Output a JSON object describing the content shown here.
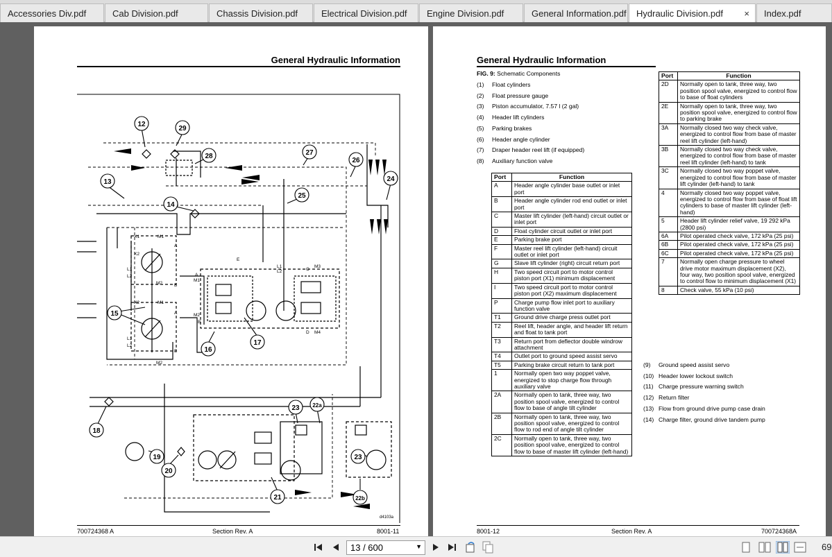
{
  "tabs": [
    {
      "label": "Accessories Div.pdf"
    },
    {
      "label": "Cab Division.pdf"
    },
    {
      "label": "Chassis Division.pdf"
    },
    {
      "label": "Electrical Division.pdf"
    },
    {
      "label": "Engine Division.pdf"
    },
    {
      "label": "General Information.pdf"
    },
    {
      "label": "Hydraulic Division.pdf",
      "active": true,
      "close": "×"
    },
    {
      "label": "Index.pdf"
    }
  ],
  "left_page": {
    "title": "General Hydraulic Information",
    "diagram_callouts": [
      "12",
      "29",
      "28",
      "27",
      "26",
      "13",
      "25",
      "24",
      "14",
      "16",
      "17",
      "15",
      "18",
      "19",
      "20",
      "23",
      "22a",
      "21",
      "23",
      "22b"
    ],
    "port_labels": [
      "X1",
      "M1",
      "X2",
      "L1",
      "L2",
      "A",
      "B",
      "M2",
      "X2",
      "M1",
      "L1",
      "L2",
      "A",
      "B",
      "M2",
      "E",
      "L1",
      "L2",
      "C",
      "M3",
      "M1",
      "A",
      "M2",
      "B",
      "D",
      "M4"
    ],
    "drawing_id": "d4103a",
    "footer": {
      "left": "700724368 A",
      "center": "Section Rev. A",
      "right": "8001-11"
    }
  },
  "right_page": {
    "title": "General Hydraulic Information",
    "fig_label": "FIG. 9:",
    "fig_caption": "Schematic Components",
    "legend_top": [
      {
        "n": "(1)",
        "t": "Float cylinders"
      },
      {
        "n": "(2)",
        "t": "Float pressure gauge"
      },
      {
        "n": "(3)",
        "t": "Piston accumulator, 7.57 l (2 gal)"
      },
      {
        "n": "(4)",
        "t": "Header lift cylinders"
      },
      {
        "n": "(5)",
        "t": "Parking brakes"
      },
      {
        "n": "(6)",
        "t": "Header angle cylinder"
      },
      {
        "n": "(7)",
        "t": "Draper header reel lift (if equipped)"
      },
      {
        "n": "(8)",
        "t": "Auxiliary function valve"
      }
    ],
    "table1": {
      "headers": [
        "Port",
        "Function"
      ],
      "rows": [
        [
          "A",
          "Header angle cylinder base outlet or inlet port"
        ],
        [
          "B",
          "Header angle cylinder rod end outlet or inlet port"
        ],
        [
          "C",
          "Master lift cylinder (left-hand) circuit outlet or inlet port"
        ],
        [
          "D",
          "Float cylinder circuit outlet or inlet port"
        ],
        [
          "E",
          "Parking brake port"
        ],
        [
          "F",
          "Master reel lift cylinder (left-hand) circuit outlet or inlet port"
        ],
        [
          "G",
          "Slave lift cylinder (right) circuit return port"
        ],
        [
          "H",
          "Two speed circuit port to motor control piston port (X1) minimum displacement"
        ],
        [
          "I",
          "Two speed circuit port to motor control piston port (X2) maximum displacement"
        ],
        [
          "P",
          "Charge pump flow inlet port to auxiliary function valve"
        ],
        [
          "T1",
          "Ground drive charge press outlet port"
        ],
        [
          "T2",
          "Reel lift, header angle, and header lift return and float to tank port"
        ],
        [
          "T3",
          "Return port from deflector double windrow attachment"
        ],
        [
          "T4",
          "Outlet port to ground speed assist servo"
        ],
        [
          "T5",
          "Parking brake circuit return to tank port"
        ],
        [
          "1",
          "Normally open two way poppet valve, energized to stop charge flow through auxiliary valve"
        ],
        [
          "2A",
          "Normally open to tank, three way, two position spool valve, energized to control flow to base of angle tilt cylinder"
        ],
        [
          "2B",
          "Normally open to tank, three way, two position spool valve, energized to control flow to rod end of angle tilt cylinder"
        ],
        [
          "2C",
          "Normally open to tank, three way, two position spool valve, energized to control flow to base of master lift cylinder (left-hand)"
        ]
      ]
    },
    "table2": {
      "headers": [
        "Port",
        "Function"
      ],
      "rows": [
        [
          "2D",
          "Normally open to tank, three way, two position spool valve, energized to control flow to base of float cylinders"
        ],
        [
          "2E",
          "Normally open to tank, three way, two position spool valve, energized to control flow to parking brake"
        ],
        [
          "3A",
          "Normally closed two way check valve, energized to control flow from base of master reel lift cylinder (left-hand)"
        ],
        [
          "3B",
          "Normally closed two way check valve, energized to control flow from base of master reel lift cylinder (left-hand) to tank"
        ],
        [
          "3C",
          "Normally closed two way poppet valve, energized to control flow from base of master lift cylinder (left-hand) to tank"
        ],
        [
          "4",
          "Normally closed two way poppet valve, energized to control flow from base of float lift cylinders to base of master lift cylinder (left-hand)"
        ],
        [
          "5",
          "Header lift cylinder relief valve, 19 292 kPa (2800 psi)"
        ],
        [
          "6A",
          "Pilot operated check valve, 172 kPa (25 psi)"
        ],
        [
          "6B",
          "Pilot operated check valve, 172 kPa (25 psi)"
        ],
        [
          "6C",
          "Pilot operated check valve, 172 kPa (25 psi)"
        ],
        [
          "7",
          "Normally open charge pressure to wheel drive motor maximum displacement (X2), four way, two position spool valve, energized to control flow to minimum displacement (X1)"
        ],
        [
          "8",
          "Check valve, 55 kPa (10 psi)"
        ]
      ]
    },
    "legend_bottom": [
      {
        "n": "(9)",
        "t": "Ground speed assist servo"
      },
      {
        "n": "(10)",
        "t": "Header lower lockout switch"
      },
      {
        "n": "(11)",
        "t": "Charge pressure warning switch"
      },
      {
        "n": "(12)",
        "t": "Return filter"
      },
      {
        "n": "(13)",
        "t": "Flow from ground drive pump case drain"
      },
      {
        "n": "(14)",
        "t": "Charge filter, ground drive tandem pump"
      }
    ],
    "footer": {
      "left": "8001-12",
      "center": "Section Rev. A",
      "right": "700724368A"
    }
  },
  "toolbar": {
    "current_page": "13 / 600",
    "zoom_partial": "69",
    "icons": [
      "first-page-icon",
      "prev-page-icon",
      "next-page-icon",
      "last-page-icon",
      "rotate-icon",
      "copy-page-icon",
      "single-page-icon",
      "two-page-icon",
      "facing-pages-icon",
      "fit-width-icon"
    ]
  }
}
